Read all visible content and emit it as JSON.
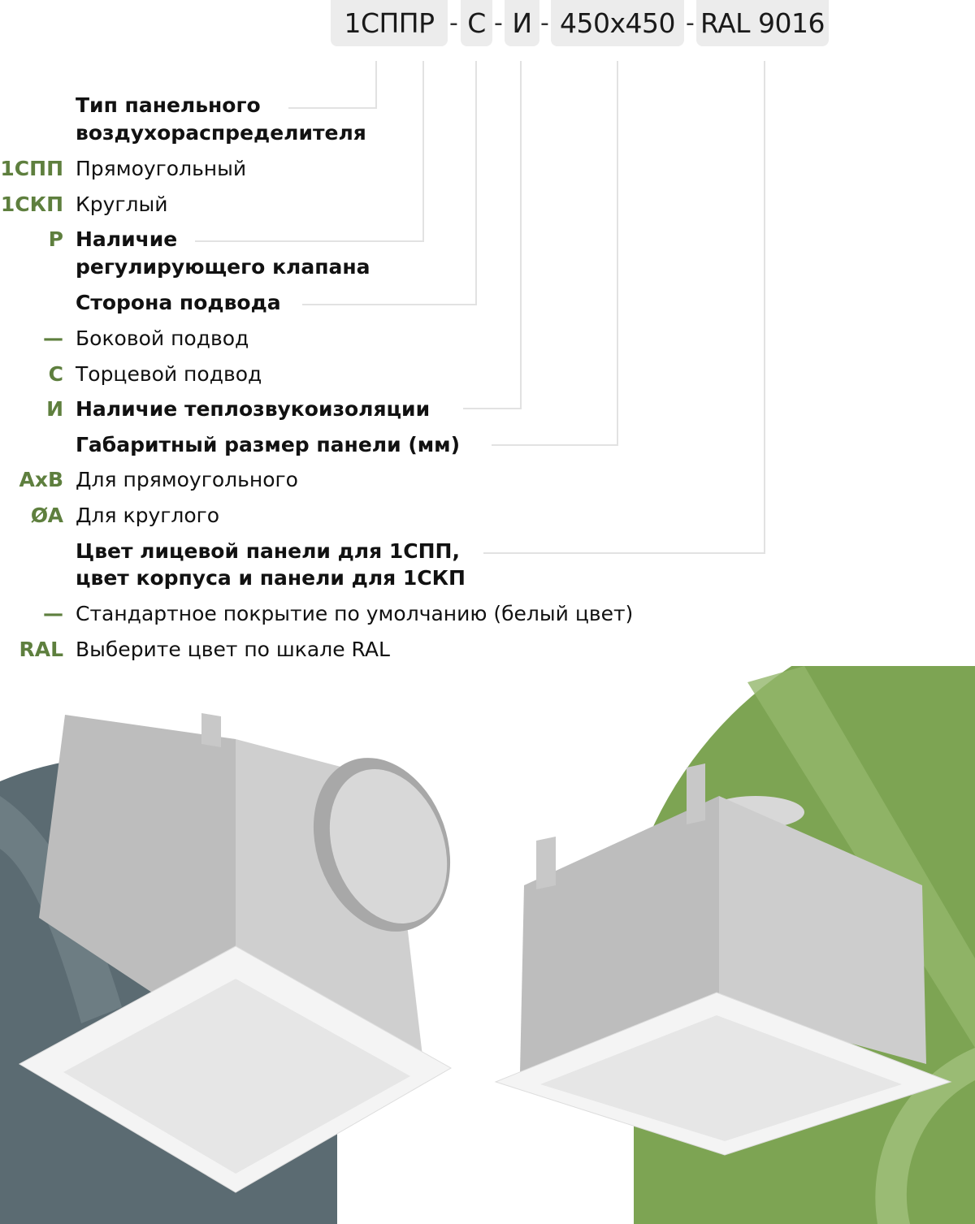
{
  "code": {
    "parts": [
      "1СППР",
      "С",
      "И",
      "450x450",
      "RAL 9016"
    ],
    "separator": "-"
  },
  "rows": [
    {
      "code": "",
      "text": "Тип панельного",
      "bold": true
    },
    {
      "code": "",
      "text": "воздухораспределителя",
      "bold": true
    },
    {
      "code": "1СПП",
      "text": "Прямоугольный",
      "bold": false
    },
    {
      "code": "1СКП",
      "text": "Круглый",
      "bold": false
    },
    {
      "code": "Р",
      "text": "Наличие",
      "bold": true
    },
    {
      "code": "",
      "text": "регулирующего клапана",
      "bold": true
    },
    {
      "code": "",
      "text": "Сторона подвода",
      "bold": true
    },
    {
      "code": "—",
      "text": "Боковой подвод",
      "bold": false
    },
    {
      "code": "С",
      "text": "Торцевой подвод",
      "bold": false
    },
    {
      "code": "И",
      "text": "Наличие теплозвукоизоляции",
      "bold": true
    },
    {
      "code": "",
      "text": "Габаритный размер панели (мм)",
      "bold": true
    },
    {
      "code": "AxB",
      "text": "Для прямоугольного",
      "bold": false
    },
    {
      "code": "ØA",
      "text": "Для круглого",
      "bold": false
    },
    {
      "code": "",
      "text": "Цвет лицевой панели для 1СПП,",
      "bold": true
    },
    {
      "code": "",
      "text": "цвет корпуса и панели для 1СКП",
      "bold": true
    },
    {
      "code": "—",
      "text": "Стандартное покрытие по умолчанию (белый цвет)",
      "bold": false
    },
    {
      "code": "RAL",
      "text": "Выберите цвет по шкале RAL",
      "bold": false
    }
  ],
  "colors": {
    "accent": "#5e7f3e",
    "slate": "#5b6b72",
    "green": "#7da453",
    "chip": "#ececec"
  }
}
